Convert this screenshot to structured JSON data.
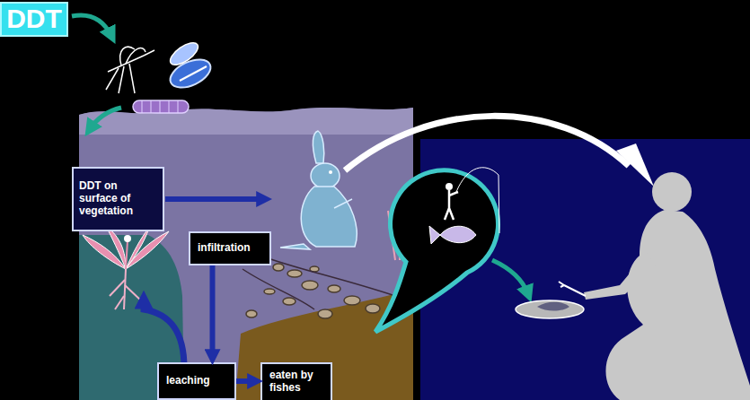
{
  "diagram": {
    "nodes": [
      {
        "text": [
          "DDT"
        ]
      },
      {
        "text": [
          "DDT on surface of vegetation"
        ]
      },
      {
        "text": [
          "infiltration"
        ]
      },
      {
        "text": [
          "leaching"
        ]
      },
      {
        "text": [
          "eaten by fishes"
        ]
      }
    ],
    "edges": [
      {
        "from": 2,
        "to": 3,
        "arrow": "to"
      },
      {
        "from": 3,
        "to": 4,
        "arrow": "to"
      }
    ]
  }
}
